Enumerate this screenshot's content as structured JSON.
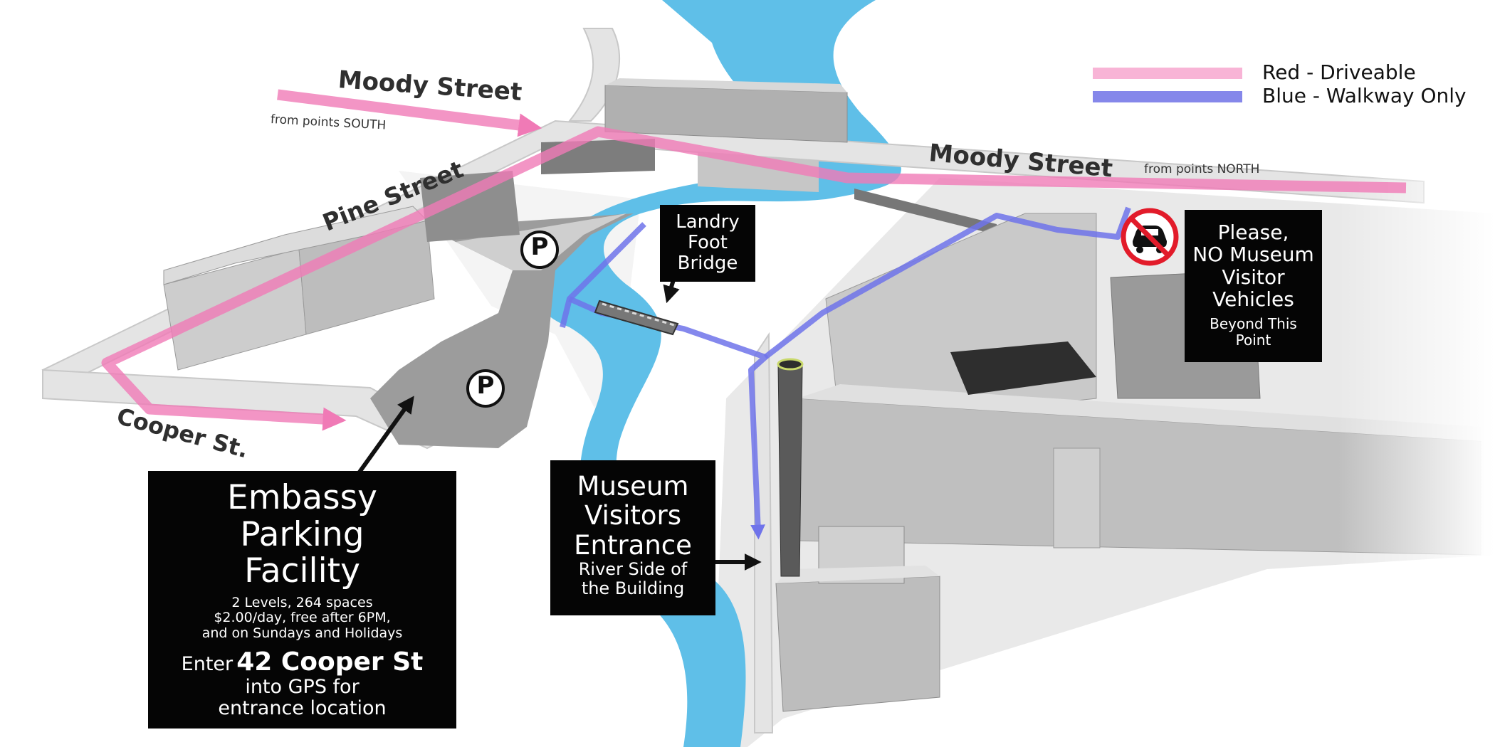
{
  "legend": {
    "red_label": "Red - Driveable",
    "blue_label": "Blue - Walkway Only",
    "red_color": "#f07ab6",
    "blue_color": "#6f73ea"
  },
  "streets": {
    "moody_south": "Moody Street",
    "moody_north": "Moody Street",
    "pine": "Pine Street",
    "cooper": "Cooper St.",
    "from_south": "from points SOUTH",
    "from_north": "from points NORTH"
  },
  "parking_symbol": "P",
  "foot_bridge": {
    "line1": "Landry",
    "line2": "Foot",
    "line3": "Bridge"
  },
  "no_vehicles": {
    "line1": "Please,",
    "line2": "NO Museum",
    "line3": "Visitor",
    "line4": "Vehicles",
    "line5": "Beyond This",
    "line6": "Point",
    "icon": "no-car-icon"
  },
  "museum_entrance": {
    "line1": "Museum",
    "line2": "Visitors",
    "line3": "Entrance",
    "line4": "River Side of",
    "line5": "the Building"
  },
  "parking_facility": {
    "line1": "Embassy",
    "line2": "Parking",
    "line3": "Facility",
    "detail1": "2 Levels, 264 spaces",
    "detail2": "$2.00/day, free after 6PM,",
    "detail3": "and on Sundays and Holidays",
    "enter_prefix": "Enter",
    "address": "42 Cooper St",
    "gps1": "into GPS for",
    "gps2": "entrance location"
  },
  "colors": {
    "river": "#5fbfe8",
    "road": "#e3e3e3",
    "building": "#bdbdbd",
    "dark_building": "#3a3a3a"
  }
}
